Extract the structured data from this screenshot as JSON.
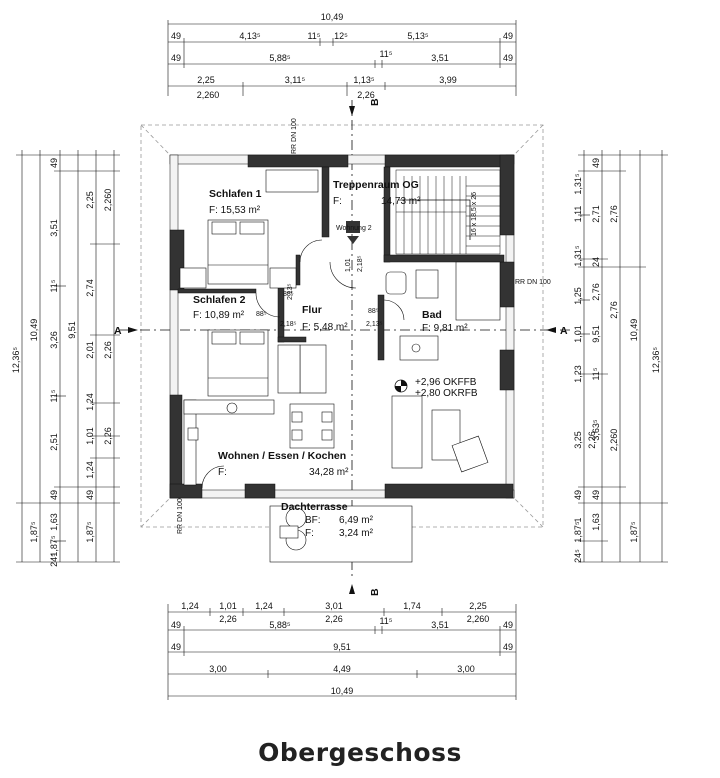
{
  "title": "Obergeschoss",
  "top_dims": {
    "row1": [
      "10,49"
    ],
    "row2": [
      "49",
      "4,13⁵",
      "11⁵",
      "12⁵",
      "5,13⁵",
      "49"
    ],
    "row3": [
      "49",
      "5,88⁵",
      "11⁵",
      "3,51",
      "49"
    ],
    "row4": [
      "2,25",
      "3,11⁵",
      "1,13⁵",
      "3,99"
    ],
    "row5": [
      "2,260",
      "2,26"
    ]
  },
  "bottom_dims": {
    "row1": [
      "1,24",
      "1,01",
      "1,24",
      "3,01",
      "1,74",
      "2,25"
    ],
    "row2": [
      "2,26",
      "2,26",
      "2,260"
    ],
    "row3": [
      "49",
      "5,88⁵",
      "11⁵",
      "3,51",
      "49"
    ],
    "row4": [
      "49",
      "9,51",
      "49"
    ],
    "row5": [
      "3,00",
      "4,49",
      "3,00"
    ],
    "row6": [
      "10,49"
    ]
  },
  "left_dims": {
    "outer": [
      "12,36⁵"
    ],
    "total": [
      "10,49"
    ],
    "col3": [
      "49",
      "3,51",
      "11⁵",
      "3,26",
      "11⁵",
      "2,51",
      "49",
      "1,63",
      "1,87⁵",
      "24⁵"
    ],
    "col4": [
      "9,51"
    ],
    "col5": [
      "2,25",
      "2,74",
      "2,01",
      "1,24",
      "1,01",
      "1,24",
      "49",
      "1,87⁵"
    ],
    "col6": [
      "2,260",
      "2,26",
      "2,26"
    ],
    "outer_bottom": [
      "1,87⁵"
    ]
  },
  "right_dims": {
    "col1": [
      "1,31⁵",
      "1,11",
      "1,31⁵",
      "1,25",
      "1,01",
      "1,23",
      "3,25",
      "49",
      "1",
      "1,87⁵",
      "24⁵"
    ],
    "col2": [
      "49",
      "2,71",
      "24",
      "2,76",
      "9,51",
      "11⁵",
      "3,63⁵",
      "49",
      "1,63"
    ],
    "col3": [
      "2,76",
      "2,76",
      "2,26",
      "2,260"
    ],
    "total": [
      "10,49"
    ],
    "outer": [
      "12,36⁵"
    ],
    "outer_bottom": [
      "1,87⁵"
    ]
  },
  "rooms": [
    {
      "name": "Schlafen 1",
      "area": "F: 15,53 m²"
    },
    {
      "name": "Treppenraum OG",
      "area_prefix": "F:",
      "area": "14,73 m²"
    },
    {
      "name": "Schlafen 2",
      "area": "F: 10,89 m²"
    },
    {
      "name": "Flur",
      "area": "F: 5,48 m²"
    },
    {
      "name": "Bad",
      "area": "F: 9,81 m²"
    },
    {
      "name": "Wohnen / Essen / Kochen",
      "area_prefix": "F:",
      "area": "34,28 m²"
    },
    {
      "name": "Dachterrasse",
      "bf": "BF:",
      "bf_area": "6,49 m²",
      "f": "F:",
      "f_area": "3,24 m²"
    }
  ],
  "labels": {
    "wohnung": "Wohnung 2",
    "stair": "16 x 18,5 x 26",
    "rr_dn_top": "RR DN 100",
    "rr_dn_right": "RR DN 100",
    "rr_dn_bottom": "RR DN 100",
    "level1": "+2,96 OKFFB",
    "level2": "+2,80 OKRFB",
    "door_flur_1": "88⁵",
    "door_flur_2": "2,13⁵",
    "door_flur_3": "88⁵",
    "door_flur_4": "2,18⁵",
    "door_trep_1": "1,01",
    "door_trep_2": "2,18⁵",
    "door_bad_1": "88⁵",
    "door_bad_2": "2,13⁵"
  },
  "section_marks": {
    "a": "A",
    "b": "B"
  }
}
